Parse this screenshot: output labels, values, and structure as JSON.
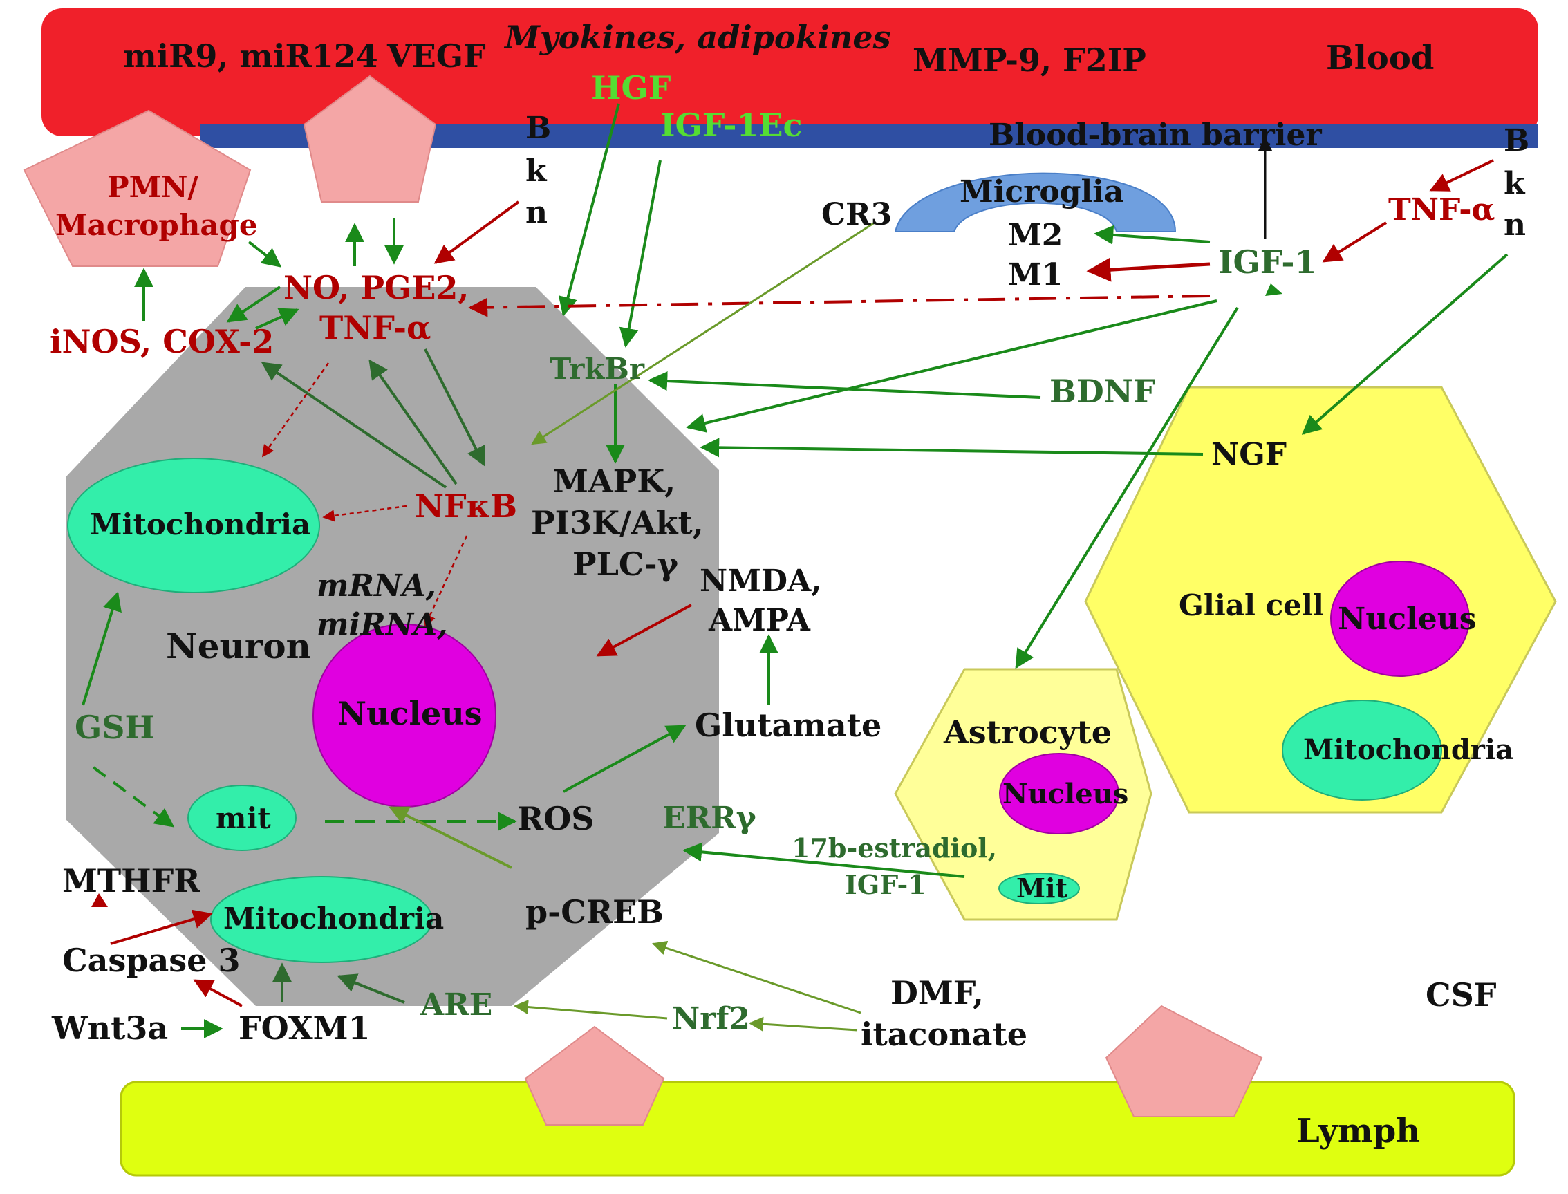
{
  "colors": {
    "blood": "#f0202a",
    "bbb": "#2f4fa3",
    "lymph": "#dfff10",
    "neuron": "#a9a9a9",
    "glia": "#ffff66",
    "astro": "#ffff99",
    "nucleus": "#e000e0",
    "mito": "#33eeaa",
    "pink": "#f4a6a6",
    "microglia": "#6f9fdf",
    "dark_red": "#b00000",
    "green": "#1a8a1a",
    "dark_green": "#2e5d1e",
    "light_green": "#55dd33"
  },
  "compartments": {
    "blood": "Blood",
    "bbb": "Blood-brain barrier",
    "lymph": "Lymph",
    "csf": "CSF"
  },
  "blood_labels": {
    "mir": "miR9, miR124",
    "vegf": "VEGF",
    "myokines": "Myokines, adipokines",
    "mmp": "MMP-9, F2IP",
    "hgf": "HGF",
    "igf1ec": "IGF-1Ec"
  },
  "bkn_letters": [
    "B",
    "k",
    "n"
  ],
  "immune": {
    "pmn_line1": "PMN/",
    "pmn_line2": "Macrophage",
    "inos": "iNOS, COX-2",
    "no_pge2": "NO, PGE2,",
    "tnf": "TNF-α",
    "tnf_right": "TNF-α"
  },
  "microglia": {
    "title": "Microglia",
    "m2": "M2",
    "m1": "M1",
    "cr3": "CR3",
    "igf1": "IGF-1"
  },
  "neuron": {
    "label": "Neuron",
    "trkbr": "TrkBr",
    "mapk": "MAPK,",
    "pi3k": "PI3K/Akt,",
    "plc": "PLC-γ",
    "nfkb": "NFκB",
    "mito_top": "Mitochondria",
    "mrna": "mRNA,",
    "mirna": "miRNA,",
    "nucleus": "Nucleus",
    "gsh": "GSH",
    "mit": "mit",
    "ros": "ROS",
    "errg": "ERRγ",
    "mito_bottom": "Mitochondria",
    "pcreb": "p-CREB"
  },
  "synapse": {
    "nmda": "NMDA,",
    "ampa": "AMPA",
    "glutamate": "Glutamate"
  },
  "growth": {
    "bdnf": "BDNF",
    "ngf": "NGF"
  },
  "glial": {
    "label": "Glial cell",
    "nucleus": "Nucleus",
    "mito": "Mitochondria"
  },
  "astrocyte": {
    "label": "Astrocyte",
    "nucleus": "Nucleus",
    "mit": "Mit",
    "estradiol": "17b-estradiol,",
    "igf1": "IGF-1"
  },
  "bottom": {
    "mthfr": "MTHFR",
    "caspase": "Caspase 3",
    "wnt": "Wnt3a",
    "foxm1": "FOXM1",
    "are": "ARE",
    "nrf2": "Nrf2",
    "dmf": "DMF,",
    "itaconate": "itaconate"
  }
}
